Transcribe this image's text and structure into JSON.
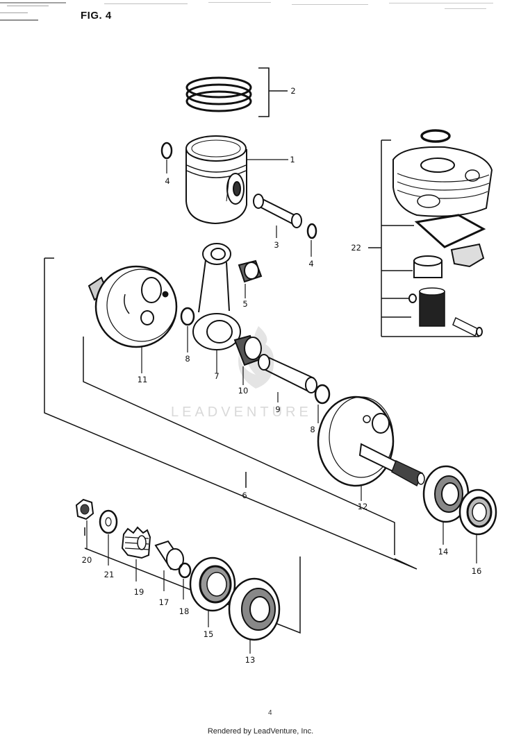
{
  "figure": {
    "label": "FIG. 4"
  },
  "parts": [
    {
      "id": "piston-rings",
      "ref": "2"
    },
    {
      "id": "piston",
      "ref": "1"
    },
    {
      "id": "piston-circlip-left",
      "ref": "4"
    },
    {
      "id": "piston-pin",
      "ref": "3"
    },
    {
      "id": "piston-circlip-right",
      "ref": "4"
    },
    {
      "id": "cylinder-gasket-set",
      "ref": "22"
    },
    {
      "id": "small-end-bearing",
      "ref": "5"
    },
    {
      "id": "thrust-washer-left",
      "ref": "8"
    },
    {
      "id": "connecting-rod",
      "ref": "7"
    },
    {
      "id": "big-end-bearing",
      "ref": "10"
    },
    {
      "id": "crank-pin",
      "ref": "9"
    },
    {
      "id": "thrust-washer-right",
      "ref": "8"
    },
    {
      "id": "crank-half-left",
      "ref": "11"
    },
    {
      "id": "crankshaft-assembly",
      "ref": "6"
    },
    {
      "id": "crank-half-right",
      "ref": "12"
    },
    {
      "id": "bearing-right",
      "ref": "14"
    },
    {
      "id": "oil-seal-right",
      "ref": "16"
    },
    {
      "id": "nut",
      "ref": "20"
    },
    {
      "id": "washer",
      "ref": "21"
    },
    {
      "id": "primary-drive-gear",
      "ref": "19"
    },
    {
      "id": "spacer",
      "ref": "17"
    },
    {
      "id": "o-ring",
      "ref": "18"
    },
    {
      "id": "oil-seal-left",
      "ref": "15"
    },
    {
      "id": "bearing-left",
      "ref": "13"
    }
  ],
  "watermark": "LEADVENTURE",
  "page_number": "4",
  "footer": "Rendered by LeadVenture, Inc."
}
